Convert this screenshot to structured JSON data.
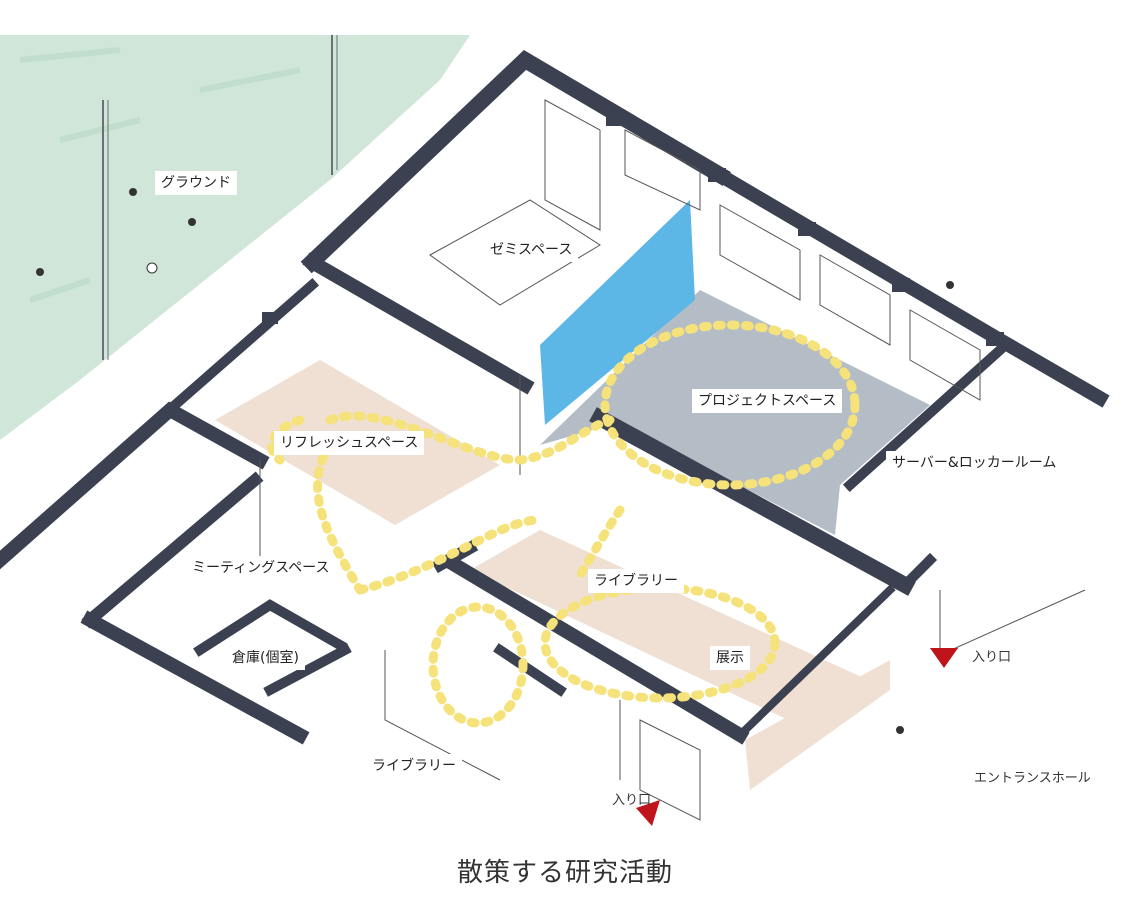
{
  "labels": {
    "ground": "グラウンド",
    "zemi": "ゼミスペース",
    "project": "プロジェクトスペース",
    "refresh": "リフレッシュスペース",
    "server_locker": "サーバー&ロッカールーム",
    "meeting": "ミーティングスペース",
    "library_center": "ライブラリー",
    "exhibition": "展示",
    "storage": "倉庫(個室)",
    "library_lower": "ライブラリー",
    "entrance_right": "入り口",
    "entrance_bottom": "入り口",
    "entrance_hall": "エントランスホール"
  },
  "caption": "散策する研究活動",
  "colors": {
    "wall": "#3b4150",
    "grass": "#cfe6d8",
    "zemi_board": "#5cb6e6",
    "project_floor": "#b4bcc6",
    "wood_floor": "#efe0d3",
    "path_dots": "#f5e27a",
    "entrance_marker": "#c0141c"
  }
}
